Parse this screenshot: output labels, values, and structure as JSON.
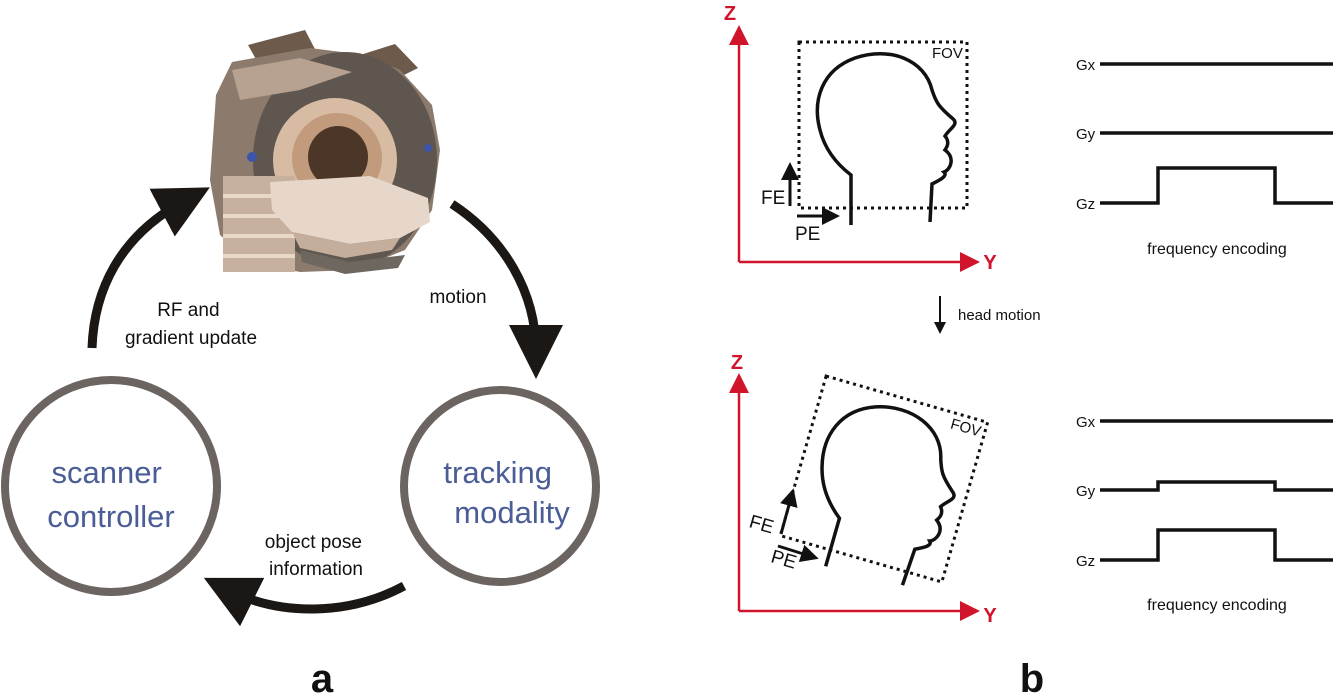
{
  "panel_a": {
    "letter": "a",
    "nodes": {
      "scanner": [
        "scanner",
        "controller"
      ],
      "tracking": [
        "tracking",
        "modality"
      ]
    },
    "edges": {
      "update": [
        "RF and",
        "gradient update"
      ],
      "motion": "motion",
      "pose": [
        "object pose",
        "information"
      ]
    }
  },
  "panel_b": {
    "letter": "b",
    "head_motion": "head motion",
    "axes": {
      "z": "Z",
      "y": "Y"
    },
    "fov": "FOV",
    "fe": "FE",
    "pe": "PE",
    "gradients": [
      "Gx",
      "Gy",
      "Gz"
    ],
    "encoding": "frequency encoding"
  },
  "colors": {
    "axis": "#d0142c",
    "node_text": "#4a5d96",
    "circle": "#6b6460",
    "arrow": "#1a1714"
  }
}
